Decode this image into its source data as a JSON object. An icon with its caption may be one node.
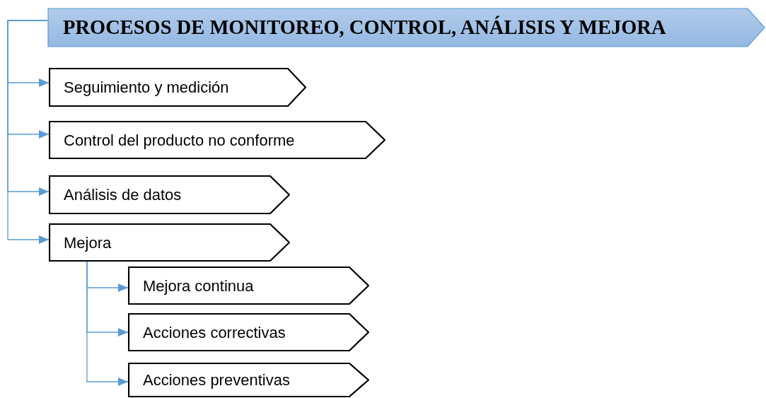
{
  "diagram": {
    "nodes": [
      {
        "text": [
          "PROCESOS DE MONITOREO, CONTROL, ANÁLISIS Y MEJORA"
        ]
      },
      {
        "text": [
          "Seguimiento y medición"
        ]
      },
      {
        "text": [
          "Control del producto no conforme"
        ]
      },
      {
        "text": [
          "Análisis de datos"
        ]
      },
      {
        "text": [
          "Mejora"
        ]
      },
      {
        "text": [
          "Mejora continua"
        ]
      },
      {
        "text": [
          "Acciones correctivas"
        ]
      },
      {
        "text": [
          "Acciones preventivas"
        ]
      }
    ],
    "edges": [
      {
        "from": 0,
        "to": 1,
        "arrow": "to"
      },
      {
        "from": 0,
        "to": 2,
        "arrow": "to"
      },
      {
        "from": 0,
        "to": 3,
        "arrow": "to"
      },
      {
        "from": 0,
        "to": 4,
        "arrow": "to"
      },
      {
        "from": 4,
        "to": 5,
        "arrow": "to"
      },
      {
        "from": 4,
        "to": 6,
        "arrow": "to"
      },
      {
        "from": 4,
        "to": 7,
        "arrow": "to"
      }
    ]
  }
}
